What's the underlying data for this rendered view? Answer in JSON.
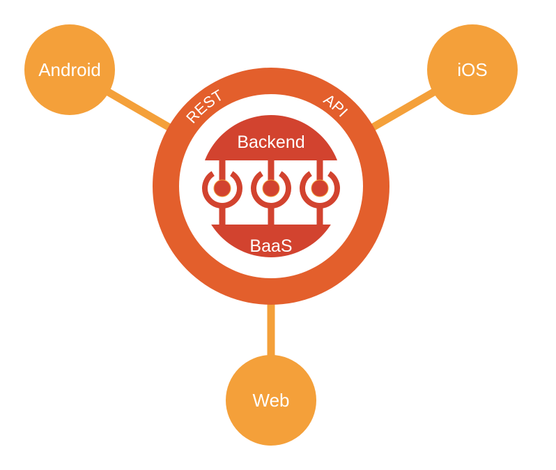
{
  "colors": {
    "client": "#F4A03A",
    "connector": "#F4A03A",
    "ring": "#E35F2C",
    "core": "#D2432F",
    "label": "#FFFFFF",
    "background": "#FFFFFF"
  },
  "hub": {
    "ring_words": [
      "REST",
      "API"
    ],
    "backend_label": "Backend",
    "baas_label": "BaaS",
    "connector_count": 3
  },
  "clients": [
    {
      "id": "android",
      "label": "Android"
    },
    {
      "id": "ios",
      "label": "iOS"
    },
    {
      "id": "web",
      "label": "Web"
    }
  ]
}
